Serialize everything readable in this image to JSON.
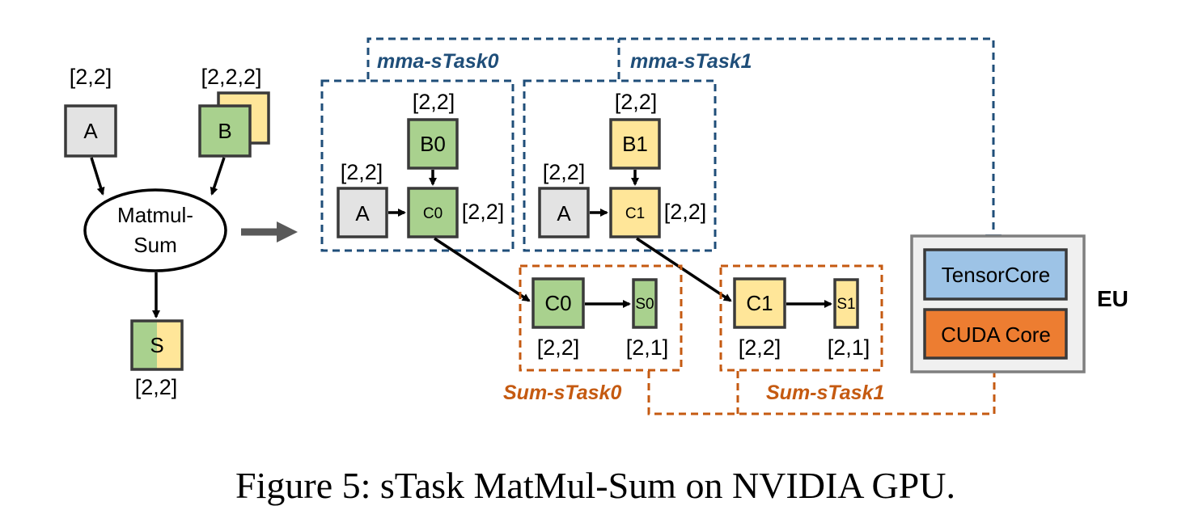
{
  "colors": {
    "gray": "#e3e3e3",
    "green": "#a9d18e",
    "yellow": "#ffe699",
    "blue_box": "#9dc3e6",
    "orange_box": "#ed7d31",
    "blue_dash": "#1f4e79",
    "orange_dash": "#c55a11",
    "eu_bg": "#f0f0f0"
  },
  "left": {
    "a_shape": "[2,2]",
    "a_label": "A",
    "b_shape": "[2,2,2]",
    "b_label": "B",
    "op_line1": "Matmul-",
    "op_line2": "Sum",
    "s_label": "S",
    "s_shape": "[2,2]"
  },
  "mma0": {
    "title": "mma-sTask0",
    "b_shape": "[2,2]",
    "b_label": "B0",
    "a_shape": "[2,2]",
    "a_label": "A",
    "c_label": "C0",
    "c_shape": "[2,2]"
  },
  "mma1": {
    "title": "mma-sTask1",
    "b_shape": "[2,2]",
    "b_label": "B1",
    "a_shape": "[2,2]",
    "a_label": "A",
    "c_label": "C1",
    "c_shape": "[2,2]"
  },
  "sum0": {
    "title": "Sum-sTask0",
    "c_label": "C0",
    "c_shape": "[2,2]",
    "s_label": "S0",
    "s_shape": "[2,1]"
  },
  "sum1": {
    "title": "Sum-sTask1",
    "c_label": "C1",
    "c_shape": "[2,2]",
    "s_label": "S1",
    "s_shape": "[2,1]"
  },
  "eu": {
    "label": "EU",
    "tensor": "TensorCore",
    "cuda": "CUDA Core"
  },
  "caption": "Figure 5: sTask MatMul-Sum on NVIDIA GPU."
}
